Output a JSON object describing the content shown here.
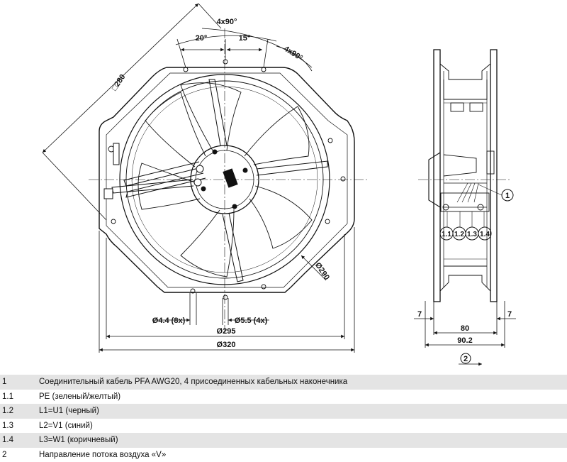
{
  "dimensions": {
    "angle_top": "4x90°",
    "angle_20": "20°",
    "angle_15": "15°",
    "angle_right": "4x90°",
    "square_280": "□280",
    "dia_290": "Ø290",
    "hole_4_4": "Ø4.4 (8x)",
    "hole_5_5": "Ø5.5 (4x)",
    "dia_295": "Ø295",
    "dia_320": "Ø320",
    "side_7_left": "7",
    "side_7_right": "7",
    "width_80": "80",
    "width_90_2": "90.2"
  },
  "callouts": {
    "c1": "1",
    "c2": "2",
    "c1_1": "1.1",
    "c1_2": "1.2",
    "c1_3": "1.3",
    "c1_4": "1.4"
  },
  "legend": [
    {
      "key": "1",
      "text": "Соединительный кабель PFA AWG20, 4 присоединенных кабельных наконечника"
    },
    {
      "key": "1.1",
      "text": "PE (зеленый/желтый)"
    },
    {
      "key": "1.2",
      "text": "L1=U1 (черный)"
    },
    {
      "key": "1.3",
      "text": "L2=V1 (синий)"
    },
    {
      "key": "1.4",
      "text": "L3=W1 (коричневый)"
    },
    {
      "key": "2",
      "text": "Направление потока воздуха «V»"
    }
  ]
}
